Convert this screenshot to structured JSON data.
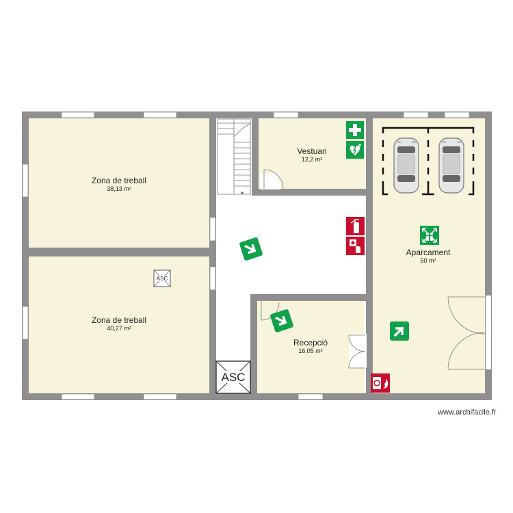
{
  "rooms": [
    {
      "name": "Zona de treball",
      "area": "38,13 m²"
    },
    {
      "name": "Zona de treball",
      "area": "40,27 m²"
    },
    {
      "name": "Vestuari",
      "area": "12,2 m²"
    },
    {
      "name": "Recepció",
      "area": "16,05 m²"
    },
    {
      "name": "Aparcament",
      "area": "50 m²"
    }
  ],
  "elevator": {
    "small_label": "ASC",
    "large_label": "ASC"
  },
  "watermark": "www.archifacile.fr",
  "colors": {
    "room_fill": "#f8f4dc",
    "wall": "#8f8f8f",
    "window": "#ffffff",
    "safety_green": "#12a14b",
    "fire_red": "#c8102e"
  },
  "icons": [
    "first-aid-icon",
    "defibrillator-icon",
    "fire-extinguisher-icon",
    "fire-alarm-icon",
    "evacuation-arrow-icon",
    "assembly-point-icon",
    "fire-hose-icon",
    "car-icon"
  ]
}
